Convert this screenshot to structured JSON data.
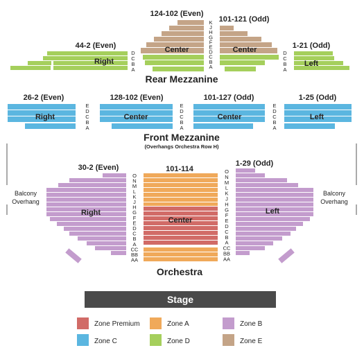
{
  "colors": {
    "zone_premium": "#d16b67",
    "zone_a": "#f0a95a",
    "zone_b": "#c39ccd",
    "zone_c": "#5bb6e0",
    "zone_d": "#a5cf5c",
    "zone_e": "#c4a487",
    "stage": "#4a4a4a",
    "text": "#222222"
  },
  "rear_mezzanine": {
    "title": "Rear Mezzanine",
    "range_center_left": "124-102 (Even)",
    "range_center_right": "101-121 (Odd)",
    "range_right": "44-2 (Even)",
    "range_left": "1-21 (Odd)",
    "label_right": "Right",
    "label_center_left": "Center",
    "label_center_right": "Center",
    "label_left": "Left",
    "rows_center": [
      "K",
      "J",
      "H",
      "G",
      "F",
      "E",
      "D",
      "C",
      "B",
      "A"
    ],
    "rows_side": [
      "D",
      "C",
      "B",
      "A"
    ]
  },
  "front_mezzanine": {
    "title": "Front Mezzanine",
    "note": "(Overhangs Orchestra Row H)",
    "range_right": "26-2 (Even)",
    "range_center_left": "128-102 (Even)",
    "range_center_right": "101-127 (Odd)",
    "range_left": "1-25 (Odd)",
    "label_right": "Right",
    "label_center_left": "Center",
    "label_center_right": "Center",
    "label_left": "Left",
    "rows": [
      "E",
      "D",
      "C",
      "B",
      "A"
    ]
  },
  "orchestra": {
    "title": "Orchestra",
    "range_right": "30-2 (Even)",
    "range_center": "101-114",
    "range_left": "1-29 (Odd)",
    "label_right": "Right",
    "label_center": "Center",
    "label_left": "Left",
    "rows": [
      "O",
      "N",
      "M",
      "L",
      "K",
      "J",
      "H",
      "G",
      "F",
      "E",
      "D",
      "C",
      "B",
      "A",
      "CC",
      "BB",
      "AA"
    ],
    "balcony_overhang_left": [
      "Balcony",
      "Overhang"
    ],
    "balcony_overhang_right": [
      "Balcony",
      "Overhang"
    ]
  },
  "stage": {
    "label": "Stage"
  },
  "legend": [
    {
      "label": "Zone Premium",
      "color": "#d16b67"
    },
    {
      "label": "Zone A",
      "color": "#f0a95a"
    },
    {
      "label": "Zone B",
      "color": "#c39ccd"
    },
    {
      "label": "Zone C",
      "color": "#5bb6e0"
    },
    {
      "label": "Zone D",
      "color": "#a5cf5c"
    },
    {
      "label": "Zone E",
      "color": "#c4a487"
    }
  ]
}
